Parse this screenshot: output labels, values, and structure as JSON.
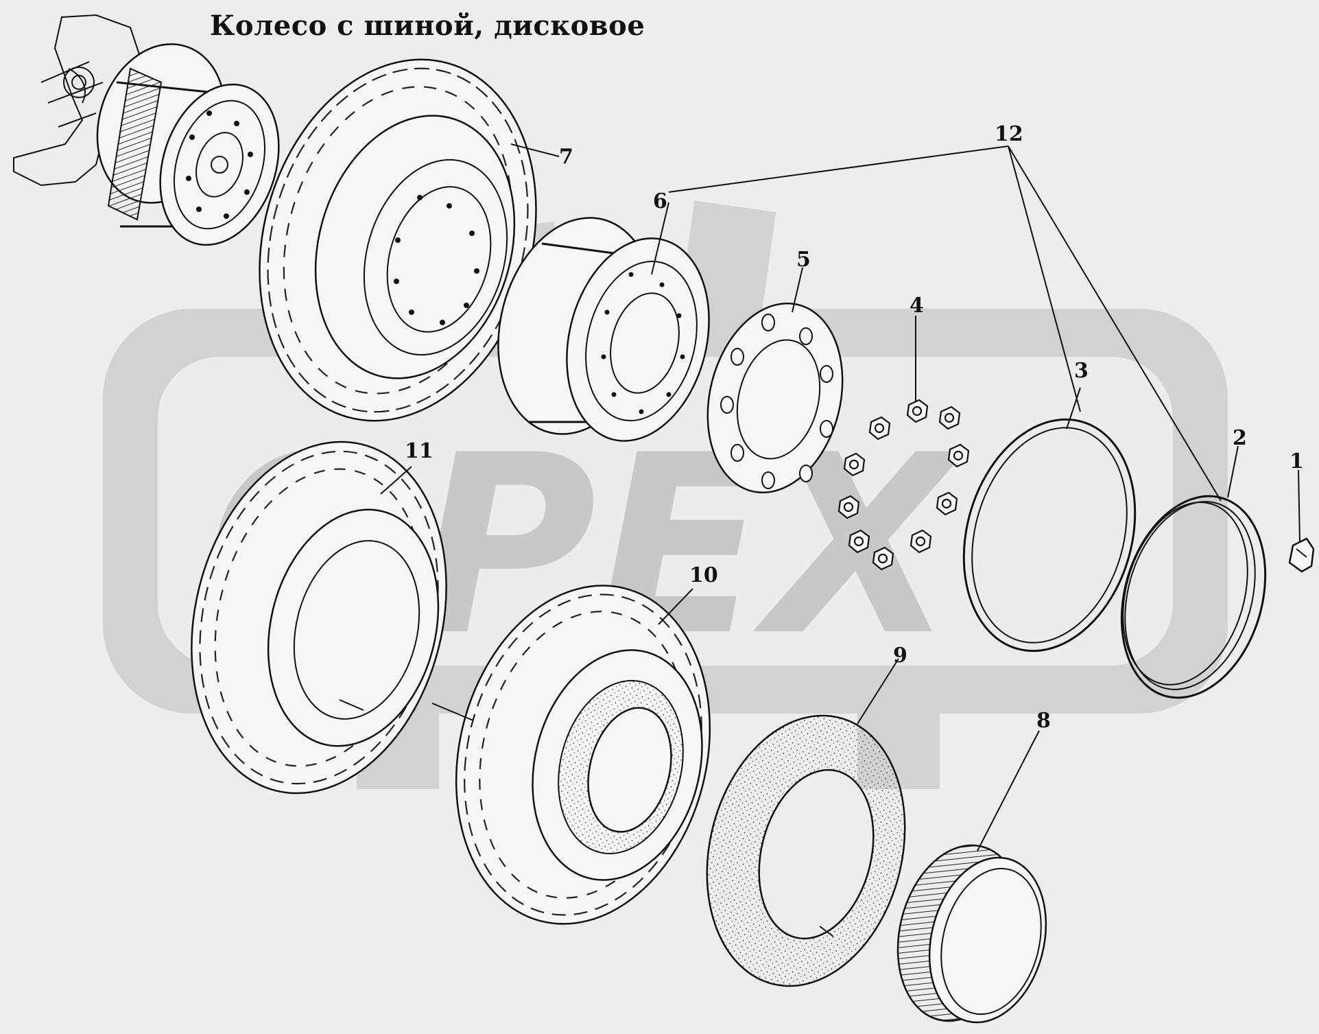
{
  "title": "Колесо с шиной, дисковое",
  "watermark": {
    "text": "OPEX",
    "color": "#c8c8c8"
  },
  "colors": {
    "background": "#ededed",
    "ink": "#111111",
    "paper": "#f6f6f6"
  },
  "callouts": {
    "c1": "1",
    "c2": "2",
    "c3": "3",
    "c4": "4",
    "c5": "5",
    "c6": "6",
    "c7": "7",
    "c8": "8",
    "c9": "9",
    "c10": "10",
    "c11": "11",
    "c12": "12"
  },
  "parts": [
    {
      "id": "1",
      "name": "clip"
    },
    {
      "id": "2",
      "name": "lock-ring"
    },
    {
      "id": "3",
      "name": "side-ring"
    },
    {
      "id": "4",
      "name": "wheel-nut"
    },
    {
      "id": "5",
      "name": "clamp-plate"
    },
    {
      "id": "6",
      "name": "disc-wheel"
    },
    {
      "id": "7",
      "name": "wheel-with-tire-assembly"
    },
    {
      "id": "8",
      "name": "rim-band"
    },
    {
      "id": "9",
      "name": "inner-tube"
    },
    {
      "id": "10",
      "name": "tire"
    },
    {
      "id": "11",
      "name": "tire-alternate"
    },
    {
      "id": "12",
      "name": "group-6-3-2"
    }
  ]
}
